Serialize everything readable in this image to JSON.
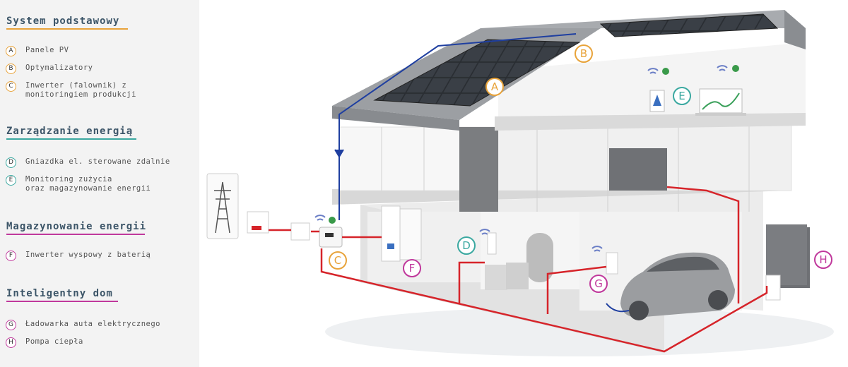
{
  "sections": [
    {
      "title": "System podstawowy",
      "color": "#e8a33a",
      "items": [
        {
          "letter": "A",
          "text": "Panele PV"
        },
        {
          "letter": "B",
          "text": "Optymalizatory"
        },
        {
          "letter": "C",
          "text": "Inwerter (falownik) z",
          "text2": "monitoringiem produkcji"
        }
      ]
    },
    {
      "title": "Zarządzanie energią",
      "color": "#3aa8a0",
      "items": [
        {
          "letter": "D",
          "text": "Gniazdka el. sterowane zdalnie"
        },
        {
          "letter": "E",
          "text": "Monitoring zużycia",
          "text2": "oraz magazynowanie energii"
        }
      ]
    },
    {
      "title": "Magazynowanie energii",
      "color": "#c0399c",
      "items": [
        {
          "letter": "F",
          "text": "Inwerter wyspowy z baterią"
        }
      ]
    },
    {
      "title": "Inteligentny dom",
      "color": "#c0399c",
      "items": [
        {
          "letter": "G",
          "text": "Ładowarka auta elektrycznego"
        },
        {
          "letter": "H",
          "text": "Pompa ciepła"
        }
      ]
    }
  ],
  "diagram_labels": {
    "A": {
      "letter": "A",
      "color": "#e8a33a"
    },
    "B": {
      "letter": "B",
      "color": "#e8a33a"
    },
    "C": {
      "letter": "C",
      "color": "#e8a33a"
    },
    "D": {
      "letter": "D",
      "color": "#3aa8a0"
    },
    "E": {
      "letter": "E",
      "color": "#3aa8a0"
    },
    "F": {
      "letter": "F",
      "color": "#c0399c"
    },
    "G": {
      "letter": "G",
      "color": "#c0399c"
    },
    "H": {
      "letter": "H",
      "color": "#c0399c"
    }
  },
  "icons": [
    "grid-pylon-icon",
    "wifi-icon",
    "globe-icon",
    "solar-panel-icon",
    "ev-car-icon",
    "heat-pump-icon"
  ],
  "colors": {
    "dc_line": "#1f3fa0",
    "ac_line": "#d6242a"
  }
}
